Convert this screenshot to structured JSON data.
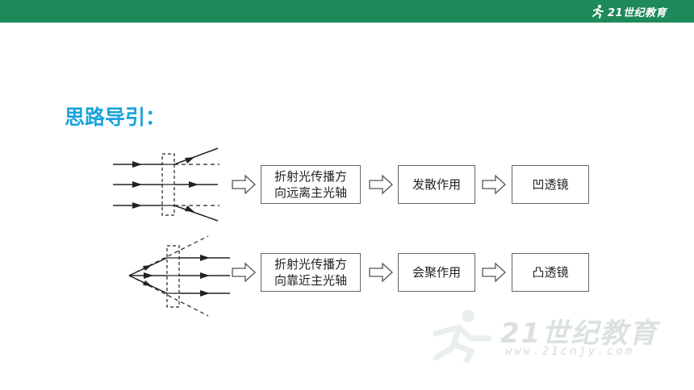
{
  "header": {
    "logo_text": "21世纪教育",
    "bar_color": "#1e8a5a"
  },
  "title": "思路导引：",
  "title_color": "#1aa3dd",
  "rows": [
    {
      "step1": [
        "折射光传播方",
        "向远离主光轴"
      ],
      "step2": "发散作用",
      "step3": "凹透镜"
    },
    {
      "step1": [
        "折射光传播方",
        "向靠近主光轴"
      ],
      "step2": "会聚作用",
      "step3": "凸透镜"
    }
  ],
  "watermark": {
    "text": "21世纪教育",
    "url": "www.21cnjy.com"
  }
}
